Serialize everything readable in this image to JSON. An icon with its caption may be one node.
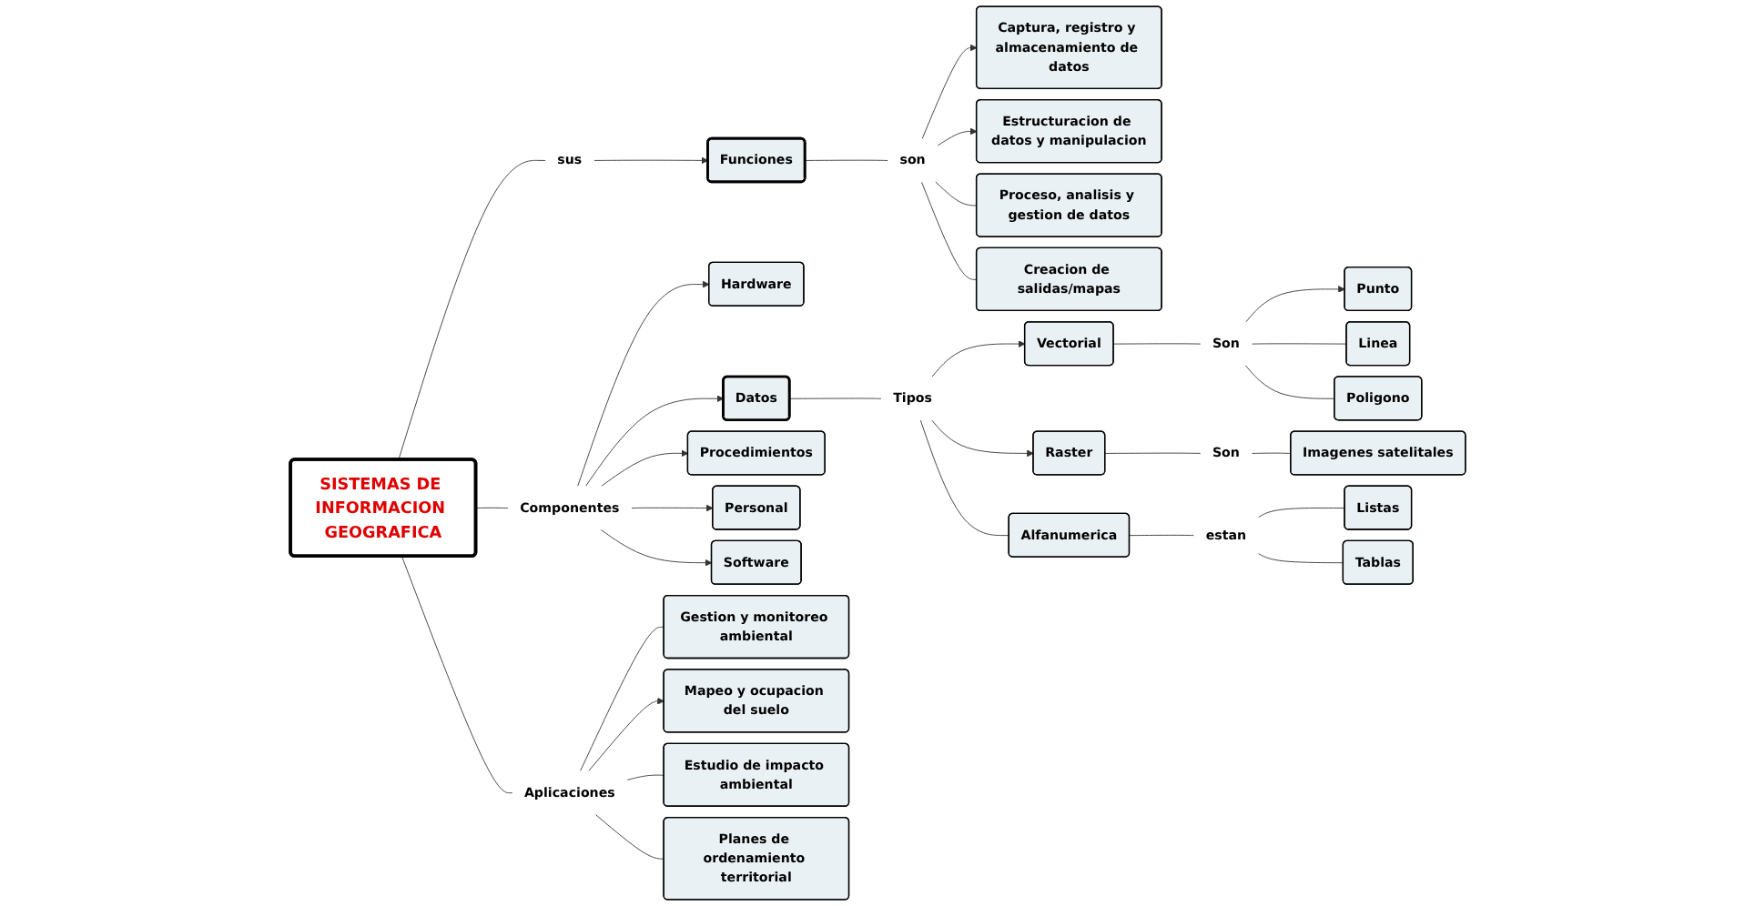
{
  "diagram": {
    "nodes": [
      {
        "text": [
          "SISTEMAS DE INFORMACION GEOGRAFICA"
        ]
      },
      {
        "text": [
          "sus"
        ]
      },
      {
        "text": [
          "Funciones"
        ]
      },
      {
        "text": [
          "son"
        ]
      },
      {
        "text": [
          "Captura, registro y almacenamiento de datos"
        ]
      },
      {
        "text": [
          "Estructuracion de datos y manipulacion"
        ]
      },
      {
        "text": [
          "Proceso, analisis y gestion de datos"
        ]
      },
      {
        "text": [
          "Creacion de salidas/mapas"
        ]
      },
      {
        "text": [
          "Componentes"
        ]
      },
      {
        "text": [
          "Hardware"
        ]
      },
      {
        "text": [
          "Datos"
        ]
      },
      {
        "text": [
          "Procedimientos"
        ]
      },
      {
        "text": [
          "Personal"
        ]
      },
      {
        "text": [
          "Software"
        ]
      },
      {
        "text": [
          "Tipos"
        ]
      },
      {
        "text": [
          "Vectorial"
        ]
      },
      {
        "text": [
          "Raster"
        ]
      },
      {
        "text": [
          "Alfanumerica"
        ]
      },
      {
        "text": [
          "Son"
        ]
      },
      {
        "text": [
          "Punto"
        ]
      },
      {
        "text": [
          "Linea"
        ]
      },
      {
        "text": [
          "Poligono"
        ]
      },
      {
        "text": [
          "Son"
        ]
      },
      {
        "text": [
          "Imagenes satelitales"
        ]
      },
      {
        "text": [
          "estan"
        ]
      },
      {
        "text": [
          "Listas"
        ]
      },
      {
        "text": [
          "Tablas"
        ]
      },
      {
        "text": [
          "Aplicaciones"
        ]
      },
      {
        "text": [
          "Gestion y monitoreo ambiental"
        ]
      },
      {
        "text": [
          "Mapeo y ocupacion del suelo"
        ]
      },
      {
        "text": [
          "Estudio de impacto ambiental"
        ]
      },
      {
        "text": [
          "Planes de ordenamiento territorial"
        ]
      }
    ],
    "edges": [
      {
        "from": 0,
        "to": 1,
        "arrow": "none"
      },
      {
        "from": 1,
        "to": 2,
        "arrow": "to"
      },
      {
        "from": 2,
        "to": 3,
        "arrow": "none"
      },
      {
        "from": 3,
        "to": 4,
        "arrow": "to"
      },
      {
        "from": 3,
        "to": 5,
        "arrow": "to"
      },
      {
        "from": 3,
        "to": 6,
        "arrow": "none"
      },
      {
        "from": 3,
        "to": 7,
        "arrow": "none"
      },
      {
        "from": 0,
        "to": 8,
        "arrow": "none"
      },
      {
        "from": 8,
        "to": 9,
        "arrow": "to"
      },
      {
        "from": 8,
        "to": 10,
        "arrow": "to"
      },
      {
        "from": 8,
        "to": 11,
        "arrow": "to"
      },
      {
        "from": 8,
        "to": 12,
        "arrow": "to"
      },
      {
        "from": 8,
        "to": 13,
        "arrow": "to"
      },
      {
        "from": 10,
        "to": 14,
        "arrow": "none"
      },
      {
        "from": 14,
        "to": 15,
        "arrow": "to"
      },
      {
        "from": 14,
        "to": 16,
        "arrow": "to"
      },
      {
        "from": 14,
        "to": 17,
        "arrow": "none"
      },
      {
        "from": 15,
        "to": 18,
        "arrow": "none"
      },
      {
        "from": 18,
        "to": 19,
        "arrow": "to"
      },
      {
        "from": 18,
        "to": 20,
        "arrow": "none"
      },
      {
        "from": 18,
        "to": 21,
        "arrow": "none"
      },
      {
        "from": 16,
        "to": 22,
        "arrow": "none"
      },
      {
        "from": 22,
        "to": 23,
        "arrow": "none"
      },
      {
        "from": 17,
        "to": 24,
        "arrow": "none"
      },
      {
        "from": 24,
        "to": 25,
        "arrow": "none"
      },
      {
        "from": 24,
        "to": 26,
        "arrow": "none"
      },
      {
        "from": 0,
        "to": 27,
        "arrow": "none"
      },
      {
        "from": 27,
        "to": 28,
        "arrow": "none"
      },
      {
        "from": 27,
        "to": 29,
        "arrow": "to"
      },
      {
        "from": 27,
        "to": 30,
        "arrow": "none"
      },
      {
        "from": 27,
        "to": 31,
        "arrow": "none"
      }
    ]
  }
}
